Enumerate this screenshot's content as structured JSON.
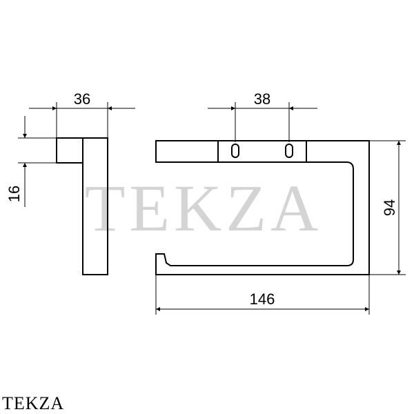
{
  "brand": "TEKZA",
  "watermark": "TEKZA",
  "dimensions": {
    "side_width": "36",
    "side_height": "16",
    "hole_spacing": "38",
    "total_height": "94",
    "total_length": "146"
  }
}
